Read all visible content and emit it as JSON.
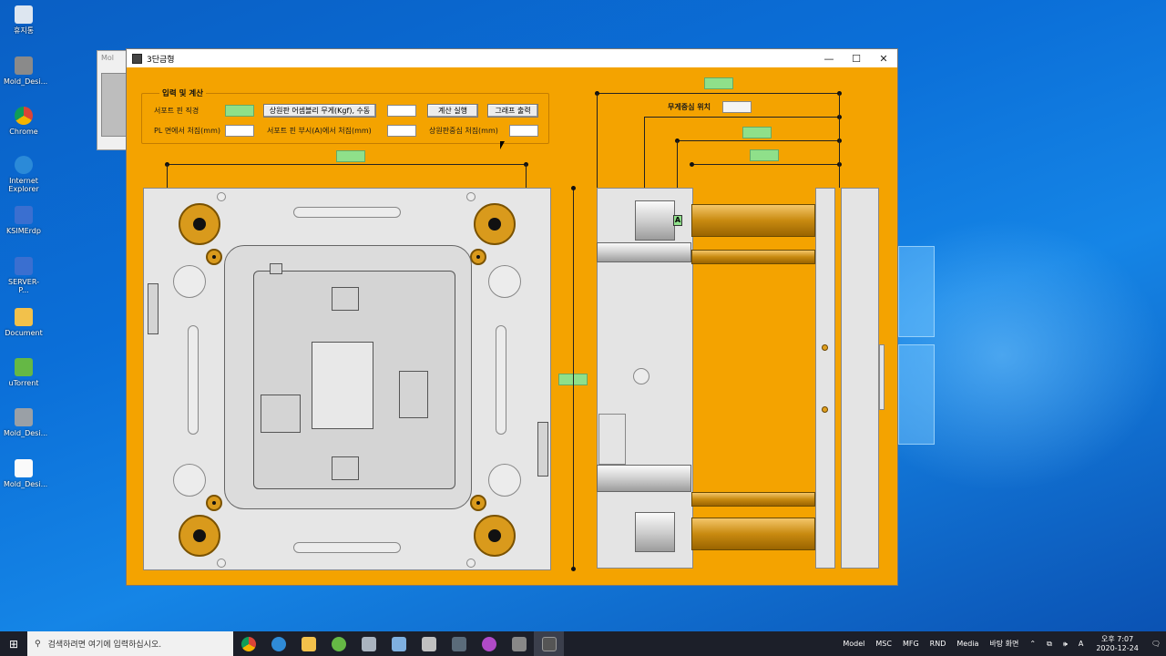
{
  "desktop": {
    "icons": [
      {
        "label": "휴지통",
        "icon": "recycle-bin-icon"
      },
      {
        "label": "Mold_Desi...",
        "icon": "mold-app-icon"
      },
      {
        "label": "Chrome",
        "icon": "chrome-icon"
      },
      {
        "label": "Internet Explorer",
        "icon": "ie-icon"
      },
      {
        "label": "KSIMErdp",
        "icon": "rdp-icon"
      },
      {
        "label": "SERVER-P...",
        "icon": "rdp-icon"
      },
      {
        "label": "Document",
        "icon": "folder-icon"
      },
      {
        "label": "uTorrent",
        "icon": "utorrent-icon"
      },
      {
        "label": "Mold_Desi...",
        "icon": "mold-app-icon"
      },
      {
        "label": "Mold_Desi...",
        "icon": "file-icon"
      }
    ]
  },
  "back_window": {
    "title": "Mol"
  },
  "window": {
    "title": "3단금형",
    "controls": {
      "minimize": "—",
      "maximize": "☐",
      "close": "✕"
    }
  },
  "form": {
    "group_title": "입력 및 계산",
    "support_pin_diameter_label": "서포트 핀 직경",
    "support_pin_diameter_value": "",
    "upper_plate_weight_button": "상원판 어셈블리 무게(Kgf), 수동",
    "upper_plate_weight_value": "",
    "calculate_button": "계산 실행",
    "graph_button": "그래프 출력",
    "pl_deflection_label": "PL 면에서 처짐(mm)",
    "pl_deflection_value": "",
    "support_pin_deflection_label": "서포트 핀 부시(A)에서  처짐(mm)",
    "support_pin_deflection_value": "",
    "upper_center_deflection_label": "상원판중심 처짐(mm)",
    "upper_center_deflection_value": "",
    "center_of_gravity_label": "무게중심 위치",
    "center_of_gravity_value": ""
  },
  "drawing": {
    "marker_A": "A",
    "dimension_boxes": [
      "",
      "",
      "",
      "",
      "",
      ""
    ]
  },
  "taskbar": {
    "search_placeholder": "검색하려면 여기에 입력하십시오.",
    "toolbars": [
      "Model",
      "MSC",
      "MFG",
      "RND",
      "Media",
      "바탕 화면"
    ],
    "ime": "A",
    "time": "오후 7:07",
    "date": "2020-12-24"
  },
  "colors": {
    "window_bg": "#f4a300",
    "highlight_box": "#8fe08a",
    "rod": "#d99a1c"
  }
}
